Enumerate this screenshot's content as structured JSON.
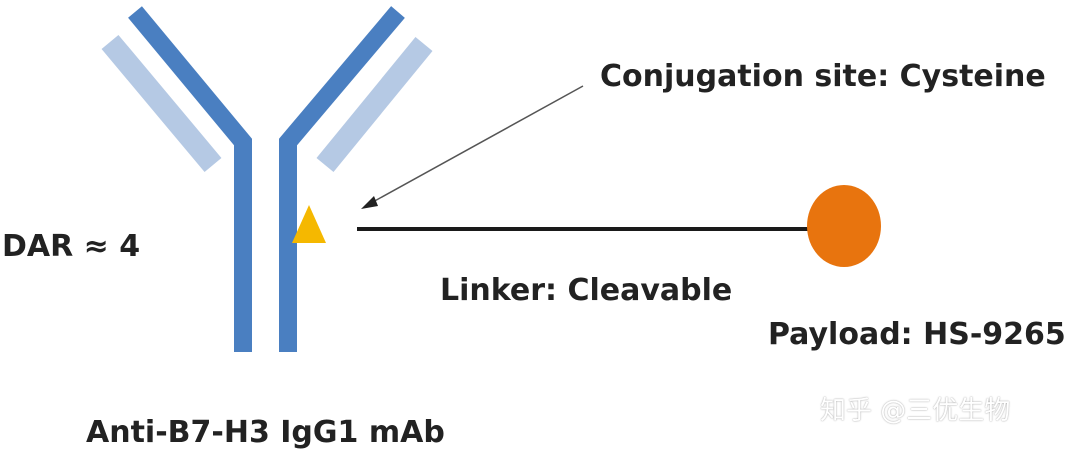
{
  "labels": {
    "conjugation_site": "Conjugation site: Cysteine",
    "dar": "DAR ≈ 4",
    "linker": "Linker: Cleavable",
    "payload": "Payload: HS-9265",
    "antibody": "Anti-B7-H3 IgG1 mAb"
  },
  "watermark": {
    "text": "知乎 @三优生物"
  },
  "colors": {
    "heavy_chain": "#4a7fc1",
    "light_chain": "#b5c9e4",
    "conjugation_marker": "#f5b800",
    "payload": "#e8740e",
    "linker": "#1a1a1a",
    "arrow": "#555555",
    "text": "#222222"
  }
}
